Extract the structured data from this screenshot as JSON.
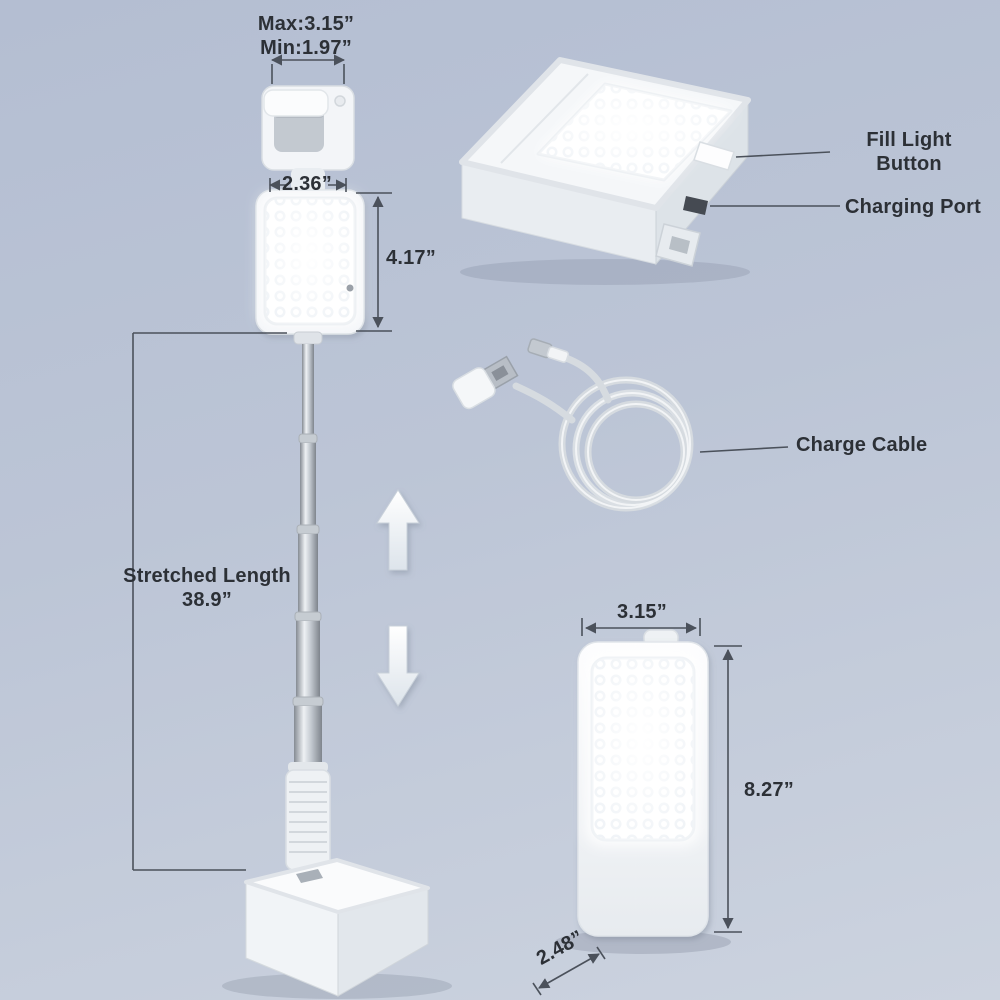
{
  "scene": {
    "background_top": "#b4bed2",
    "background_bottom": "#ccd3df",
    "text_color": "#2c3036",
    "dimension_line_color": "#4b515b",
    "product_white": "#f5f7f9",
    "pole_silver": "#b9bfc7",
    "led_white": "#ffffff"
  },
  "stand_figure": {
    "clamp_max_label": "Max:3.15”",
    "clamp_min_label": "Min:1.97”",
    "light_width_label": "2.36”",
    "light_height_label": "4.17”",
    "stretched_length_label": "Stretched Length",
    "stretched_length_value": "38.9”"
  },
  "folded_device_figure": {
    "fill_light_button_line1": "Fill Light",
    "fill_light_button_line2": "Button",
    "charging_port_label": "Charging Port"
  },
  "cable_figure": {
    "charge_cable_label": "Charge Cable"
  },
  "standing_device_figure": {
    "width_label": "3.15”",
    "height_label": "8.27”",
    "depth_label": "2.48”"
  }
}
